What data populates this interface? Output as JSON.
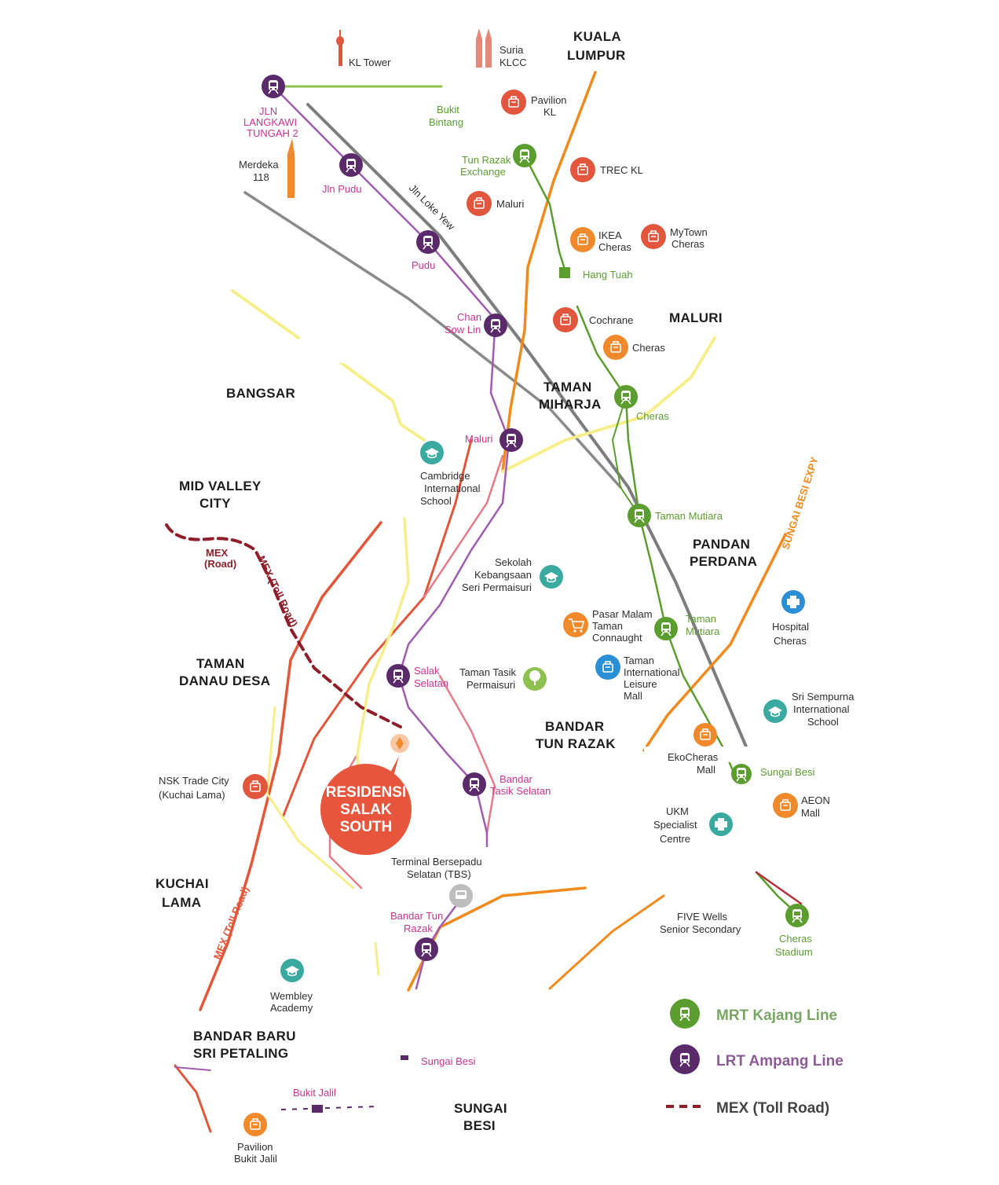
{
  "areas": {
    "kuala": "KUALA",
    "lumpur": "LUMPUR",
    "maluri": "MALURI",
    "bangsar": "BANGSAR",
    "taman": "TAMAN",
    "miharja": "MIHARJA",
    "mid_valley": "MID VALLEY",
    "city": "CITY",
    "pandan": "PANDAN",
    "perdana": "PERDANA",
    "taman_danau": "TAMAN",
    "danau_desa": "DANAU DESA",
    "bandar": "BANDAR",
    "tun_razak": "TUN RAZAK",
    "kuchai": "KUCHAI",
    "lama": "LAMA",
    "bandar_baru": "BANDAR BARU",
    "sri_petaling": "SRI PETALING",
    "sungai": "SUNGAI",
    "besi": "BESI"
  },
  "landmarks": {
    "kl_tower": "KL Tower",
    "suria_1": "Suria",
    "suria_2": "KLCC",
    "merdeka_1": "Merdeka",
    "merdeka_2": "118",
    "pavilion_1": "Pavilion",
    "pavilion_2": "KL",
    "trec": "TREC KL",
    "maluri_mall": "Maluri",
    "ikea_1": "IKEA",
    "ikea_2": "Cheras",
    "mytown_1": "MyTown",
    "mytown_2": "Cheras",
    "cochrane": "Cochrane",
    "cheras_mall": "Cheras",
    "cambridge_1": "Cambridge",
    "cambridge_2": "International",
    "cambridge_3": "School",
    "sk_1": "Sekolah",
    "sk_2": "Kebangsaan",
    "sk_3": "Seri Permaisuri",
    "pasar_1": "Pasar Malam",
    "pasar_2": "Taman",
    "pasar_3": "Connaught",
    "tasik_1": "Taman Tasik",
    "tasik_2": "Permaisuri",
    "til_1": "Taman",
    "til_2": "International",
    "til_3": "Leisure",
    "til_4": "Mall",
    "hospital_1": "Hospital",
    "hospital_2": "Cheras",
    "sri_1": "Sri Sempurna",
    "sri_2": "International",
    "sri_3": "School",
    "eko_1": "EkoCheras",
    "eko_2": "Mall",
    "aeon_1": "AEON",
    "aeon_2": "Mall",
    "ukm_1": "UKM",
    "ukm_2": "Specialist",
    "ukm_3": "Centre",
    "nsk_1": "NSK Trade City",
    "nsk_2": "(Kuchai Lama)",
    "tbs_1": "Terminal Bersepadu",
    "tbs_2": "Selatan (TBS)",
    "fivewells_1": "FIVE Wells",
    "fivewells_2": "Senior Secondary",
    "wembley_1": "Wembley",
    "wembley_2": "Academy",
    "pbj_1": "Pavilion",
    "pbj_2": "Bukit Jalil"
  },
  "stations": {
    "jalan_1": "JLN",
    "jalan_2": "LANGKAWI",
    "jalan_3": "TUNGAH 2",
    "bukit_1": "Bukit",
    "bukit_2": "Bintang",
    "tun_razak_1": "Tun Razak",
    "tun_razak_2": "Exchange",
    "jln_pudu": "Jln Pudu",
    "pudu": "Pudu",
    "hang_tuah": "Hang Tuah",
    "chan_1": "Chan",
    "chan_2": "Sow Lin",
    "cheras_mrt": "Cheras",
    "maluri_lrt": "Maluri",
    "taman_mutiara_1": "Taman Mutiara",
    "tm2_1": "Taman",
    "tm2_2": "Mutiara",
    "salak_1": "Salak",
    "salak_2": "Selatan",
    "btsr_1": "Bandar",
    "btsr_2": "Tasik Selatan",
    "sungai_besi_mrt": "Sungai Besi",
    "btr_1": "Bandar Tun",
    "btr_2": "Razak",
    "stadium_1": "Cheras",
    "stadium_2": "Stadium",
    "sungai_besi_lrt": "Sungai Besi",
    "bukit_jalil": "Bukit Jalil"
  },
  "roads": {
    "loke_yew": "Jln Loke Yew",
    "mex_1": "MEX",
    "mex_2": "(Road)",
    "mex_toll": "MEX (Toll Road)",
    "mex_toll_2": "MEX (Toll Road)",
    "sungai_besi_expy": "SUNGAI BESI EXPY"
  },
  "hero": {
    "line1": "RESIDENSI",
    "line2": "SALAK",
    "line3": "SOUTH"
  },
  "legend": {
    "mrt": "MRT Kajang Line",
    "lrt": "LRT Ampang Line",
    "mex": "MEX (Toll Road)"
  },
  "colors": {
    "mrt": "#5c9d2f",
    "lrt": "#5b2a6b",
    "lrt_track": "#a05cb0",
    "lrt_label": "#c9348f",
    "mex": "#8e1e2a",
    "orange_road": "#f18a1d",
    "red_road": "#e3563a",
    "pink_road": "#e87a8a",
    "yellow_road": "#f5ee8a",
    "grey_rail": "#7d7d7d",
    "poi_red": "#e2563e",
    "poi_orange": "#f0892b",
    "poi_teal": "#3aa9a0",
    "poi_blue": "#2b8fd6",
    "hero": "#e8553d"
  }
}
